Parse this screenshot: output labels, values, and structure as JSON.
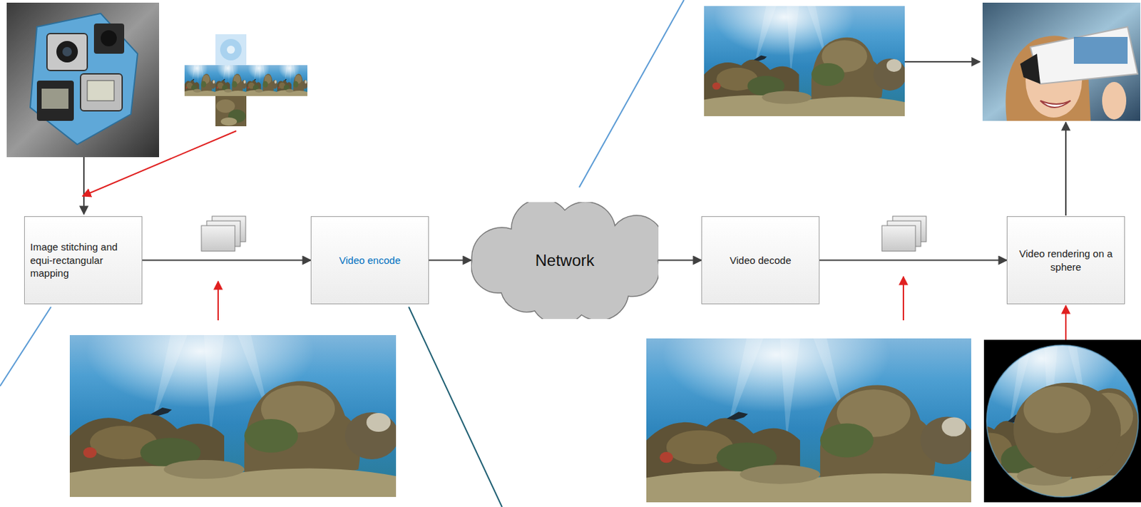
{
  "diagram": {
    "nodes": [
      {
        "text": [
          "Image stitching and equi-rectangular mapping"
        ]
      },
      {
        "text": [
          "Video encode"
        ]
      },
      {
        "text": [
          "Network"
        ]
      },
      {
        "text": [
          "Video decode"
        ]
      },
      {
        "text": [
          "Video rendering on a sphere"
        ]
      }
    ],
    "edges": [
      {
        "from": 0,
        "to": 1,
        "arrow": "to"
      },
      {
        "from": 1,
        "to": 2,
        "arrow": "to"
      },
      {
        "from": 2,
        "to": 3,
        "arrow": "to"
      },
      {
        "from": 3,
        "to": 4,
        "arrow": "to"
      }
    ]
  }
}
